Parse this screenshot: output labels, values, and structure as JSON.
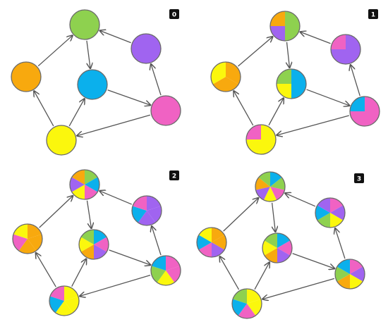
{
  "colors": {
    "green": "#8ed14f",
    "purple": "#a064f0",
    "orange": "#f8a90e",
    "blue": "#0bb0ec",
    "pink": "#f062c3",
    "yellow": "#fbf70d",
    "edge": "#555555",
    "node_stroke": "#6a6a6a",
    "badge_bg": "#111111",
    "badge_fg": "#ffffff"
  },
  "panels": [
    {
      "label": "0",
      "nodes": [
        {
          "id": "A",
          "slices": [
            "green"
          ]
        },
        {
          "id": "B",
          "slices": [
            "purple"
          ]
        },
        {
          "id": "C",
          "slices": [
            "orange"
          ]
        },
        {
          "id": "D",
          "slices": [
            "blue"
          ]
        },
        {
          "id": "E",
          "slices": [
            "pink"
          ]
        },
        {
          "id": "F",
          "slices": [
            "yellow"
          ]
        }
      ]
    },
    {
      "label": "1",
      "nodes": [
        {
          "id": "A",
          "slices": [
            "green",
            "green",
            "purple",
            "orange"
          ]
        },
        {
          "id": "B",
          "slices": [
            "purple",
            "purple",
            "purple",
            "pink"
          ]
        },
        {
          "id": "C",
          "slices": [
            "orange",
            "orange",
            "yellow"
          ]
        },
        {
          "id": "D",
          "slices": [
            "blue",
            "blue",
            "yellow",
            "green"
          ]
        },
        {
          "id": "E",
          "slices": [
            "pink",
            "pink",
            "pink",
            "blue"
          ]
        },
        {
          "id": "F",
          "slices": [
            "yellow",
            "yellow",
            "yellow",
            "pink"
          ]
        }
      ]
    },
    {
      "label": "2",
      "nodes": [
        {
          "id": "A",
          "slices": [
            "green",
            "blue",
            "pink",
            "yellow",
            "purple",
            "orange"
          ]
        },
        {
          "id": "B",
          "slices": [
            "purple",
            "purple",
            "purple",
            "blue",
            "pink"
          ]
        },
        {
          "id": "C",
          "slices": [
            "orange",
            "orange",
            "orange",
            "pink",
            "yellow"
          ]
        },
        {
          "id": "D",
          "slices": [
            "blue",
            "pink",
            "purple",
            "orange",
            "yellow",
            "green"
          ]
        },
        {
          "id": "E",
          "slices": [
            "pink",
            "pink",
            "yellow",
            "green",
            "blue"
          ]
        },
        {
          "id": "F",
          "slices": [
            "yellow",
            "yellow",
            "yellow",
            "blue",
            "pink"
          ]
        }
      ]
    },
    {
      "label": "3",
      "nodes": [
        {
          "id": "A",
          "slices": [
            "blue",
            "green",
            "pink",
            "yellow",
            "purple",
            "orange",
            "green"
          ]
        },
        {
          "id": "B",
          "slices": [
            "pink",
            "purple",
            "yellow",
            "green",
            "blue",
            "purple"
          ]
        },
        {
          "id": "C",
          "slices": [
            "orange",
            "orange",
            "purple",
            "pink",
            "blue",
            "yellow"
          ]
        },
        {
          "id": "D",
          "slices": [
            "blue",
            "pink",
            "purple",
            "orange",
            "yellow",
            "green"
          ]
        },
        {
          "id": "E",
          "slices": [
            "pink",
            "purple",
            "yellow",
            "orange",
            "green",
            "blue"
          ]
        },
        {
          "id": "F",
          "slices": [
            "yellow",
            "yellow",
            "pink",
            "blue",
            "green"
          ]
        }
      ]
    }
  ],
  "edges": [
    {
      "from": "B",
      "to": "A"
    },
    {
      "from": "C",
      "to": "A"
    },
    {
      "from": "A",
      "to": "D"
    },
    {
      "from": "D",
      "to": "E"
    },
    {
      "from": "E",
      "to": "B"
    },
    {
      "from": "F",
      "to": "C"
    },
    {
      "from": "F",
      "to": "D"
    },
    {
      "from": "E",
      "to": "F"
    }
  ]
}
